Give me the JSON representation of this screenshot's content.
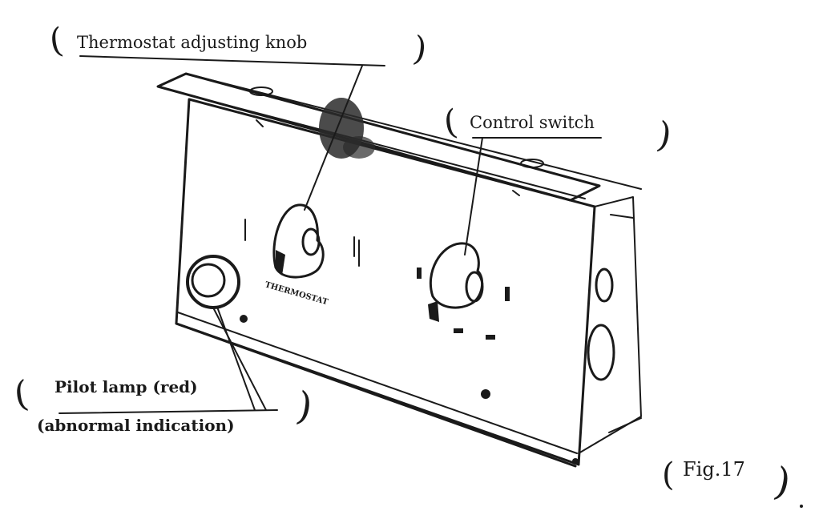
{
  "labels": {
    "thermostat_knob": "Thermostat adjusting knob",
    "control_switch": "Control switch",
    "pilot_lamp_line1": "Pilot lamp (red)",
    "pilot_lamp_line2": "(abnormal indication)",
    "figure": "Fig.17"
  },
  "panel": {
    "knob_caption": "THERMOSTAT"
  },
  "colors": {
    "ink": "#1a1a1a",
    "paper": "#ffffff",
    "smudge": "#2b2b2b"
  }
}
